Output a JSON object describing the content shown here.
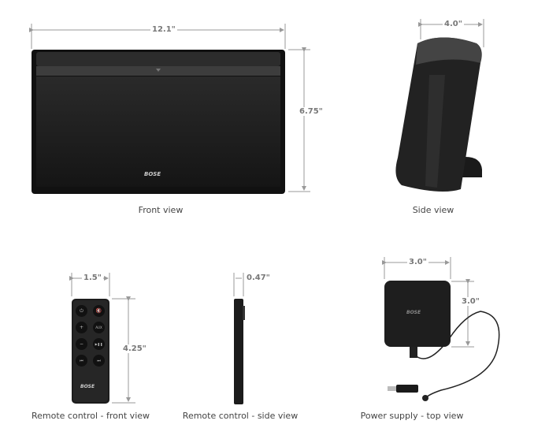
{
  "views": [
    {
      "id": "front",
      "caption": "Front view",
      "dims": [
        "12.1\"",
        "6.75\""
      ]
    },
    {
      "id": "side",
      "caption": "Side view",
      "dims": [
        "4.0\""
      ]
    },
    {
      "id": "remote-front",
      "caption": "Remote control - front view",
      "dims": [
        "1.5\"",
        "4.25\""
      ]
    },
    {
      "id": "remote-side",
      "caption": "Remote control - side view",
      "dims": [
        "0.47\""
      ]
    },
    {
      "id": "power",
      "caption": "Power supply - top view",
      "dims": [
        "3.0\"",
        "3.0\""
      ]
    }
  ],
  "brand_logo": "BOSE",
  "remote_buttons": [
    "⏻",
    "🔇",
    "+",
    "AUX",
    "−",
    "▶❚❚",
    "⏮",
    "⏭"
  ],
  "colors": {
    "product": "#1e1e1e",
    "dim_line": "#999999",
    "caption": "#444444"
  }
}
